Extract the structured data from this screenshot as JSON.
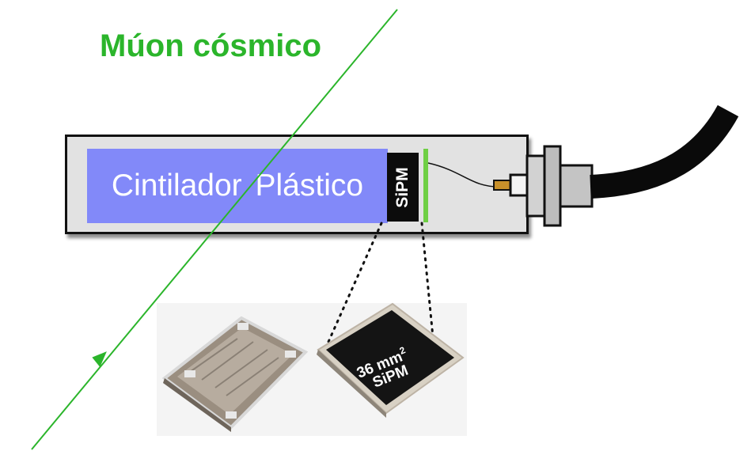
{
  "title": "Múon cósmico",
  "scintillator": {
    "label": "Cintilador  Plástico"
  },
  "sipm": {
    "block_label": "SiPM",
    "chip_area_label": "36 mm",
    "chip_area_exponent": "2",
    "chip_name_label": "SiPM"
  },
  "colors": {
    "muon": "#2bb52b",
    "scintillator": "#8289f9",
    "sipm_block": "#0c0c0c",
    "sipm_strip": "#6fcf45",
    "detector_box": "#e2e2e2",
    "cable": "#0a0a0a"
  },
  "icons": {
    "muon_direction": "arrow-down-left-icon",
    "connector": "bnc-connector-icon",
    "cable": "cable-icon"
  }
}
